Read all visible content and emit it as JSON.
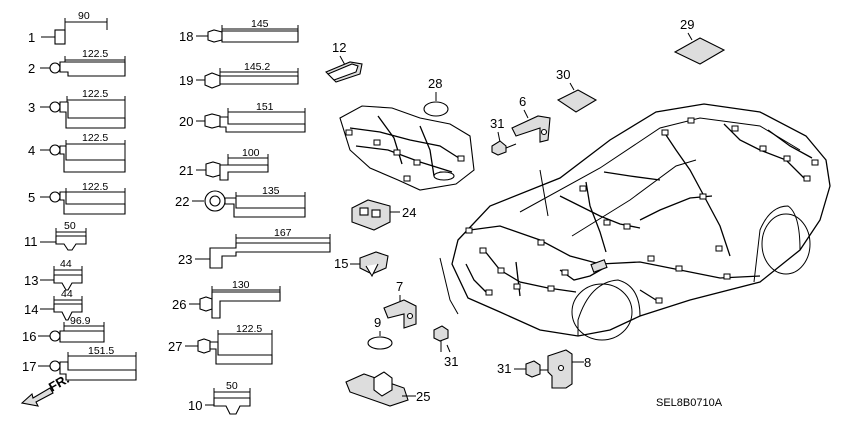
{
  "diagram": {
    "code": "SEL8B0710A",
    "direction_label": "FR.",
    "left_parts": [
      {
        "num": "1",
        "dim": "90"
      },
      {
        "num": "2",
        "dim": "122.5"
      },
      {
        "num": "3",
        "dim": "122.5"
      },
      {
        "num": "4",
        "dim": "122.5"
      },
      {
        "num": "5",
        "dim": "122.5"
      },
      {
        "num": "11",
        "dim": "50"
      },
      {
        "num": "13",
        "dim": "44"
      },
      {
        "num": "14",
        "dim": "44"
      },
      {
        "num": "16",
        "dim": "96.9"
      },
      {
        "num": "17",
        "dim": "151.5"
      }
    ],
    "mid_parts": [
      {
        "num": "18",
        "dim": "145"
      },
      {
        "num": "19",
        "dim": "145.2"
      },
      {
        "num": "20",
        "dim": "151"
      },
      {
        "num": "21",
        "dim": "100"
      },
      {
        "num": "22",
        "dim": "135"
      },
      {
        "num": "23",
        "dim": "167"
      },
      {
        "num": "26",
        "dim": "130"
      },
      {
        "num": "27",
        "dim": "122.5"
      },
      {
        "num": "10",
        "dim": "50"
      }
    ],
    "callouts": [
      {
        "num": "12"
      },
      {
        "num": "28"
      },
      {
        "num": "6"
      },
      {
        "num": "31"
      },
      {
        "num": "30"
      },
      {
        "num": "29"
      },
      {
        "num": "24"
      },
      {
        "num": "15"
      },
      {
        "num": "7"
      },
      {
        "num": "9"
      },
      {
        "num": "31"
      },
      {
        "num": "31"
      },
      {
        "num": "8"
      },
      {
        "num": "25"
      }
    ]
  }
}
